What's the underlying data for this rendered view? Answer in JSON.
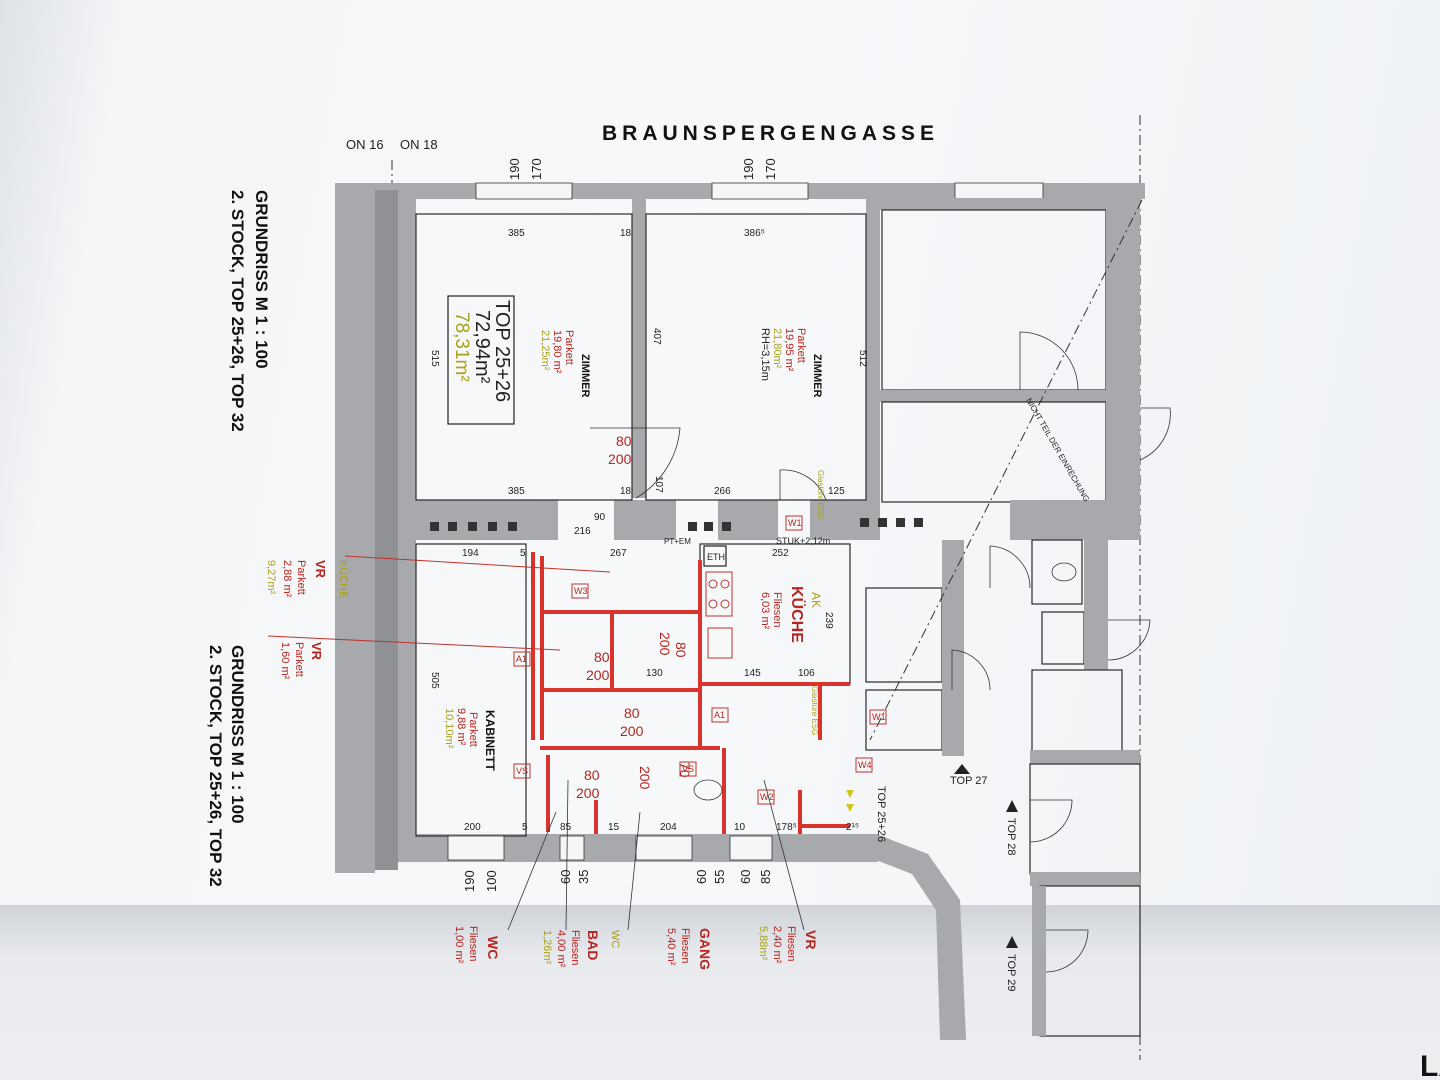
{
  "street": "BRAUNSPERGENGASSE",
  "grid_refs": [
    "ON 16",
    "ON 18"
  ],
  "title": {
    "line1": "GRUNDRISS   M 1 : 100",
    "line2": "2. STOCK, TOP 25+26, TOP 32"
  },
  "apartment": {
    "name": "TOP 25+26",
    "area1": "72,94m²",
    "area2": "78,31m²"
  },
  "rooms": {
    "zimmer1": {
      "name": "ZIMMER",
      "floor": "Parkett",
      "area": "19,80 m²",
      "area2": "21,25m²"
    },
    "zimmer2": {
      "name": "ZIMMER",
      "floor": "Parkett",
      "area": "19,95 m²",
      "area2": "21,80m²",
      "note": "RH=3,15m"
    },
    "kueche": {
      "name": "KÜCHE",
      "floor": "Fliesen",
      "area": "6,03 m²",
      "tag": "AK"
    },
    "kabinett": {
      "name": "KABINETT",
      "floor": "Parkett",
      "area": "9,88 m²",
      "area2": "10,10m²"
    }
  },
  "labels_left": {
    "kueche_tag": "KÜCHE",
    "vr1": {
      "name": "VR",
      "floor": "Parkett",
      "area": "2,88 m²",
      "area2": "9,27m²"
    },
    "vr2": {
      "name": "VR",
      "floor": "Parkett",
      "area": "1,60 m²"
    }
  },
  "labels_bottom": {
    "wc": {
      "name": "WC",
      "floor": "Fliesen",
      "area": "1,00 m²"
    },
    "bad": {
      "name": "BAD",
      "tag": "WC",
      "floor": "Fliesen",
      "area": "4,00 m²",
      "area2": "1,26m²"
    },
    "gang": {
      "name": "GANG",
      "floor": "Fliesen",
      "area": "5,40 m²"
    },
    "vr": {
      "name": "VR",
      "floor": "Fliesen",
      "area": "2,40 m²",
      "area2": "5,88m²"
    }
  },
  "neighbours": [
    "TOP 27",
    "TOP 28",
    "TOP 29",
    "TOP 25+26"
  ],
  "dims_top": [
    "190",
    "170",
    "190",
    "170"
  ],
  "dims_bottom": [
    "190",
    "100",
    "60",
    "35",
    "60",
    "55",
    "60",
    "85"
  ],
  "dims_inner": {
    "r1_top": "385",
    "r1_top_r": "18",
    "r2_top": "386⁵",
    "r1_bot": "385",
    "r1_bot_r": "18",
    "r2_bot_a": "266",
    "r2_bot_b": "125",
    "side_515": "515",
    "side_407": "407",
    "side_512": "512",
    "side_107": "107",
    "row_194": "194",
    "row_5a": "5",
    "row_267": "267",
    "row_252": "252",
    "row_216": "216",
    "row_90": "90",
    "k_239": "239",
    "k_145": "145",
    "k_106": "106",
    "k_130": "130",
    "kab_505": "505",
    "kab_200": "200",
    "kab_5": "5",
    "kab_85": "85",
    "kab_15": "15",
    "kab_204": "204",
    "kab_10": "10",
    "kab_178": "178⁵",
    "kab_215": "2¹⁵",
    "d_80": "80",
    "d_200": "200",
    "d_70": "70"
  },
  "notes": {
    "stuk": "STUK+2,12m",
    "glastuere": "Glastüre ESG",
    "nicht": "NICHT TEIL DER EINRECHUNG",
    "pt": "PT+EM",
    "eth": "ETH"
  },
  "window_codes": [
    "W1",
    "W2",
    "W3",
    "W4",
    "A1",
    "VS"
  ],
  "corner_text": "LA"
}
